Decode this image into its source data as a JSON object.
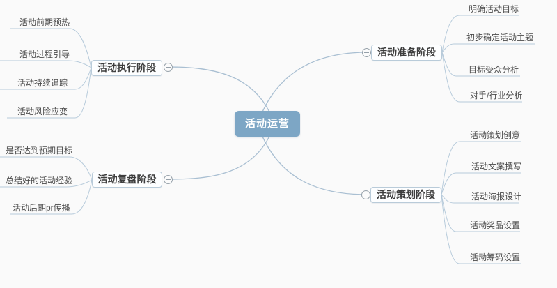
{
  "map": {
    "root": {
      "label": "活动运营"
    },
    "branches": [
      {
        "label": "活动执行阶段",
        "children": [
          "活动前期预热",
          "活动过程引导",
          "活动持续追踪",
          "活动风险应变"
        ]
      },
      {
        "label": "活动准备阶段",
        "children": [
          "明确活动目标",
          "初步确定活动主题",
          "目标受众分析",
          "对手/行业分析"
        ]
      },
      {
        "label": "活动复盘阶段",
        "children": [
          "是否达到预期目标",
          "总结好的活动经验",
          "活动后期pr传播"
        ]
      },
      {
        "label": "活动策划阶段",
        "children": [
          "活动策划创意",
          "活动文案撰写",
          "活动海报设计",
          "活动奖品设置",
          "活动筹码设置"
        ]
      }
    ],
    "collapse_icon": "minus",
    "colors": {
      "background": "#fafafa",
      "root_fill": "#7da6c5",
      "root_text": "#ffffff",
      "topic_fill": "#fdfeff",
      "topic_border": "#b9cbd9",
      "topic_text": "#3d3d3d",
      "connector": "#a9bfd2",
      "leaf_connector": "#b7cbdb",
      "leaf_text": "#4a4a4a",
      "collapse_stroke": "#95a0a9"
    }
  }
}
